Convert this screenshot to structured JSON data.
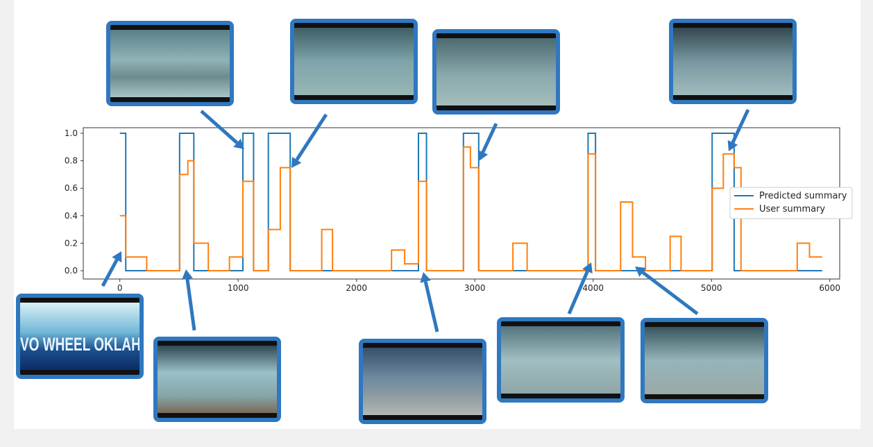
{
  "colors": {
    "predicted": "#1f77b4",
    "user": "#ff7f0e",
    "arrow": "#2f78c0",
    "frame": "#2f78c0"
  },
  "chart_data": {
    "type": "line",
    "step": true,
    "title": "",
    "xlabel": "",
    "ylabel": "",
    "xlim": [
      -300,
      6200
    ],
    "ylim": [
      -0.05,
      1.05
    ],
    "xticks": [
      0,
      1000,
      2000,
      3000,
      4000,
      5000,
      6000
    ],
    "xtick_labels": [
      "0",
      "1000",
      "2000",
      "3000",
      "4000",
      "5000",
      "6000"
    ],
    "yticks": [
      0.0,
      0.2,
      0.4,
      0.6,
      0.8,
      1.0
    ],
    "ytick_labels": [
      "0.0",
      "0.2",
      "0.4",
      "0.6",
      "0.8",
      "1.0"
    ],
    "grid": false,
    "legend_position": "right",
    "series": [
      {
        "name": "Predicted summary",
        "color": "#1f77b4",
        "segments": [
          [
            0,
            50,
            1.0
          ],
          [
            50,
            505,
            0
          ],
          [
            505,
            625,
            1.0
          ],
          [
            625,
            1040,
            0
          ],
          [
            1040,
            1130,
            1.0
          ],
          [
            1130,
            1255,
            0
          ],
          [
            1255,
            1440,
            1.0
          ],
          [
            1440,
            2524,
            0
          ],
          [
            2524,
            2592,
            1.0
          ],
          [
            2592,
            2904,
            0
          ],
          [
            2904,
            3033,
            1.0
          ],
          [
            3033,
            3957,
            0
          ],
          [
            3957,
            4020,
            1.0
          ],
          [
            4020,
            5006,
            0
          ],
          [
            5006,
            5192,
            1.0
          ],
          [
            5192,
            5936,
            0
          ]
        ]
      },
      {
        "name": "User summary",
        "color": "#ff7f0e",
        "segments": [
          [
            0,
            50,
            0.4
          ],
          [
            50,
            227,
            0.1
          ],
          [
            227,
            505,
            0
          ],
          [
            505,
            575,
            0.7
          ],
          [
            575,
            625,
            0.8
          ],
          [
            625,
            748,
            0.2
          ],
          [
            748,
            926,
            0
          ],
          [
            926,
            1040,
            0.1
          ],
          [
            1040,
            1130,
            0.65
          ],
          [
            1130,
            1255,
            0
          ],
          [
            1255,
            1356,
            0.3
          ],
          [
            1356,
            1440,
            0.75
          ],
          [
            1440,
            1706,
            0
          ],
          [
            1706,
            1797,
            0.3
          ],
          [
            1797,
            2296,
            0
          ],
          [
            2296,
            2407,
            0.15
          ],
          [
            2407,
            2524,
            0.05
          ],
          [
            2524,
            2592,
            0.65
          ],
          [
            2592,
            2904,
            0
          ],
          [
            2904,
            2963,
            0.9
          ],
          [
            2963,
            3033,
            0.75
          ],
          [
            3033,
            3322,
            0
          ],
          [
            3322,
            3442,
            0.2
          ],
          [
            3442,
            3957,
            0
          ],
          [
            3957,
            4020,
            0.85
          ],
          [
            4020,
            4232,
            0
          ],
          [
            4232,
            4333,
            0.5
          ],
          [
            4333,
            4442,
            0.1
          ],
          [
            4442,
            4651,
            0
          ],
          [
            4651,
            4743,
            0.25
          ],
          [
            4743,
            5006,
            0
          ],
          [
            5006,
            5100,
            0.6
          ],
          [
            5100,
            5192,
            0.85
          ],
          [
            5192,
            5250,
            0.75
          ],
          [
            5250,
            5725,
            0
          ],
          [
            5725,
            5829,
            0.2
          ],
          [
            5829,
            5936,
            0.1
          ]
        ]
      }
    ]
  },
  "thumbnails": [
    {
      "name": "thumb-top-1",
      "frame": 1100,
      "logo_text": ""
    },
    {
      "name": "thumb-top-2",
      "frame": 1440,
      "logo_text": ""
    },
    {
      "name": "thumb-top-3",
      "frame": 3033,
      "logo_text": ""
    },
    {
      "name": "thumb-top-4",
      "frame": 5150,
      "logo_text": ""
    },
    {
      "name": "thumb-bottom-1",
      "frame": 10,
      "logo_text": "VO WHEEL OKLAH"
    },
    {
      "name": "thumb-bottom-2",
      "frame": 560,
      "logo_text": ""
    },
    {
      "name": "thumb-bottom-3",
      "frame": 2560,
      "logo_text": ""
    },
    {
      "name": "thumb-bottom-4",
      "frame": 3990,
      "logo_text": ""
    },
    {
      "name": "thumb-bottom-5",
      "frame": 4380,
      "logo_text": ""
    }
  ]
}
